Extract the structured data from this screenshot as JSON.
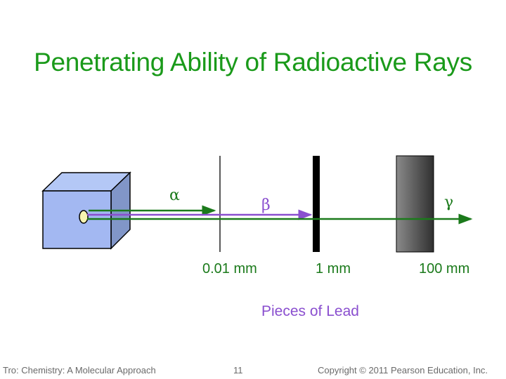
{
  "slide": {
    "title": "Penetrating Ability of Radioactive Rays",
    "title_color": "#1a9a1a"
  },
  "diagram": {
    "rays": [
      {
        "name": "alpha",
        "symbol": "α",
        "color": "#1b7a1b",
        "stops_at": "0.01 mm"
      },
      {
        "name": "beta",
        "symbol": "β",
        "color": "#8a4fcf",
        "stops_at": "1 mm"
      },
      {
        "name": "gamma",
        "symbol": "γ",
        "color": "#1b7a1b",
        "stops_at": "passes through 100 mm"
      }
    ],
    "lead_pieces": [
      {
        "thickness_label": "0.01 mm"
      },
      {
        "thickness_label": "1 mm"
      },
      {
        "thickness_label": "100 mm"
      }
    ],
    "caption": "Pieces of Lead",
    "source": "radioactive source cube"
  },
  "footer": {
    "left": "Tro: Chemistry: A Molecular Approach",
    "page": "11",
    "right": "Copyright © 2011 Pearson Education, Inc."
  }
}
